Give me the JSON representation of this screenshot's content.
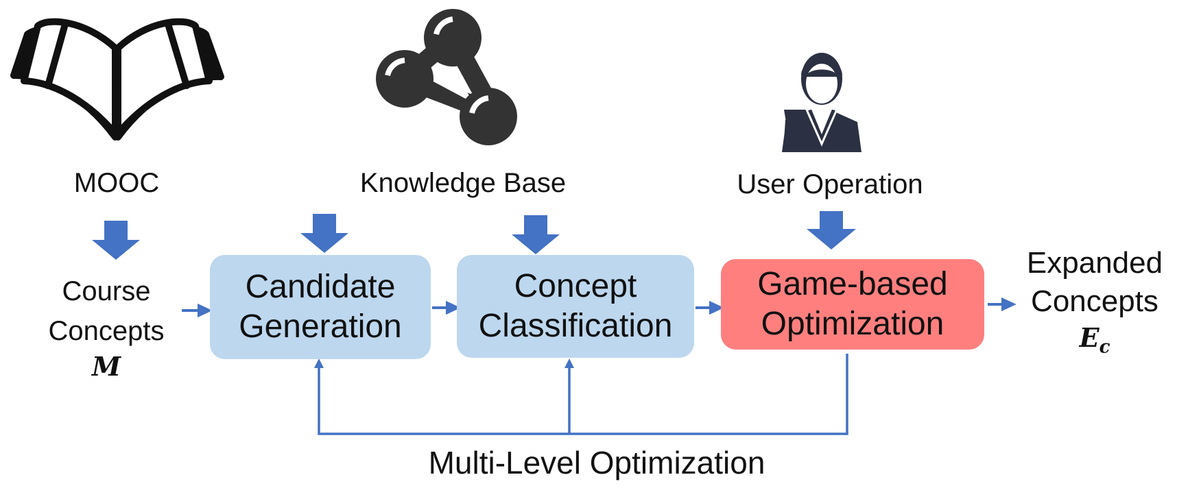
{
  "sources": {
    "mooc": {
      "label": "MOOC",
      "icon": "book-icon"
    },
    "knowledge_base": {
      "label": "Knowledge Base",
      "icon": "molecule-network-icon"
    },
    "user_operation": {
      "label": "User Operation",
      "icon": "user-icon"
    }
  },
  "input": {
    "line1": "Course",
    "line2": "Concepts",
    "symbol": "M"
  },
  "stages": [
    {
      "line1": "Candidate",
      "line2": "Generation"
    },
    {
      "line1": "Concept",
      "line2": "Classification"
    },
    {
      "line1": "Game-based",
      "line2": "Optimization"
    }
  ],
  "output": {
    "line1": "Expanded",
    "line2": "Concepts",
    "symbol": "E",
    "subscript": "c"
  },
  "feedback_label": "Multi-Level Optimization",
  "colors": {
    "arrow": "#4472c4",
    "stage_blue": "#bdd7ee",
    "stage_red": "#ff7f7f",
    "icon": "#333333"
  }
}
